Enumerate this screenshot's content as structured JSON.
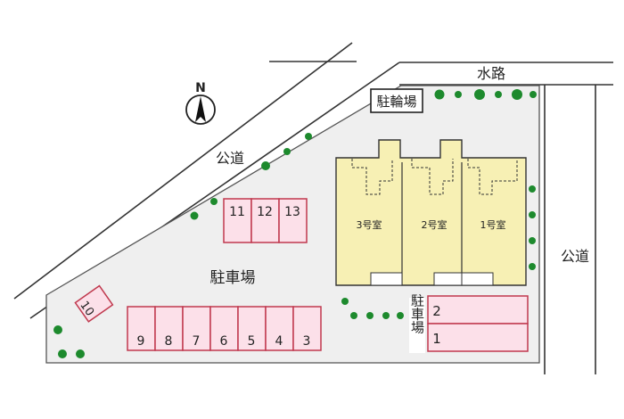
{
  "roads": {
    "upper_left": "公道",
    "right": "公道",
    "top": "水路"
  },
  "compass": {
    "label": "N"
  },
  "bicycle_parking": {
    "label": "駐輪場"
  },
  "main_parking": {
    "label": "駐車場",
    "top_row": [
      "11",
      "12",
      "13"
    ],
    "bottom_row": [
      "9",
      "8",
      "7",
      "6",
      "5",
      "4",
      "3"
    ],
    "corner": "10"
  },
  "side_parking": {
    "label": "駐車場",
    "spaces": [
      "2",
      "1"
    ]
  },
  "units": [
    "3号室",
    "2号室",
    "1号室"
  ],
  "colors": {
    "lot": "#efefef",
    "building": "#f7f0b4",
    "parking_fill": "#fce0e9",
    "parking_stroke": "#c0394e",
    "tree": "#1d8a2d",
    "line": "#333333"
  }
}
